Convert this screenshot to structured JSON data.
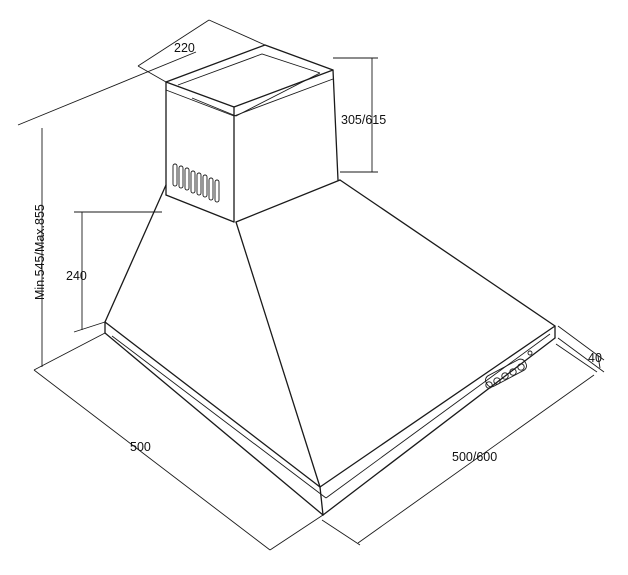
{
  "dimensions": {
    "chimney_width": "220",
    "chimney_height": "305/615",
    "total_height": "Min.545/Max.855",
    "hood_height": "240",
    "depth": "500",
    "width": "500/600",
    "front_lip": "40"
  },
  "colors": {
    "line": "#1a1a1a",
    "background": "#ffffff"
  }
}
